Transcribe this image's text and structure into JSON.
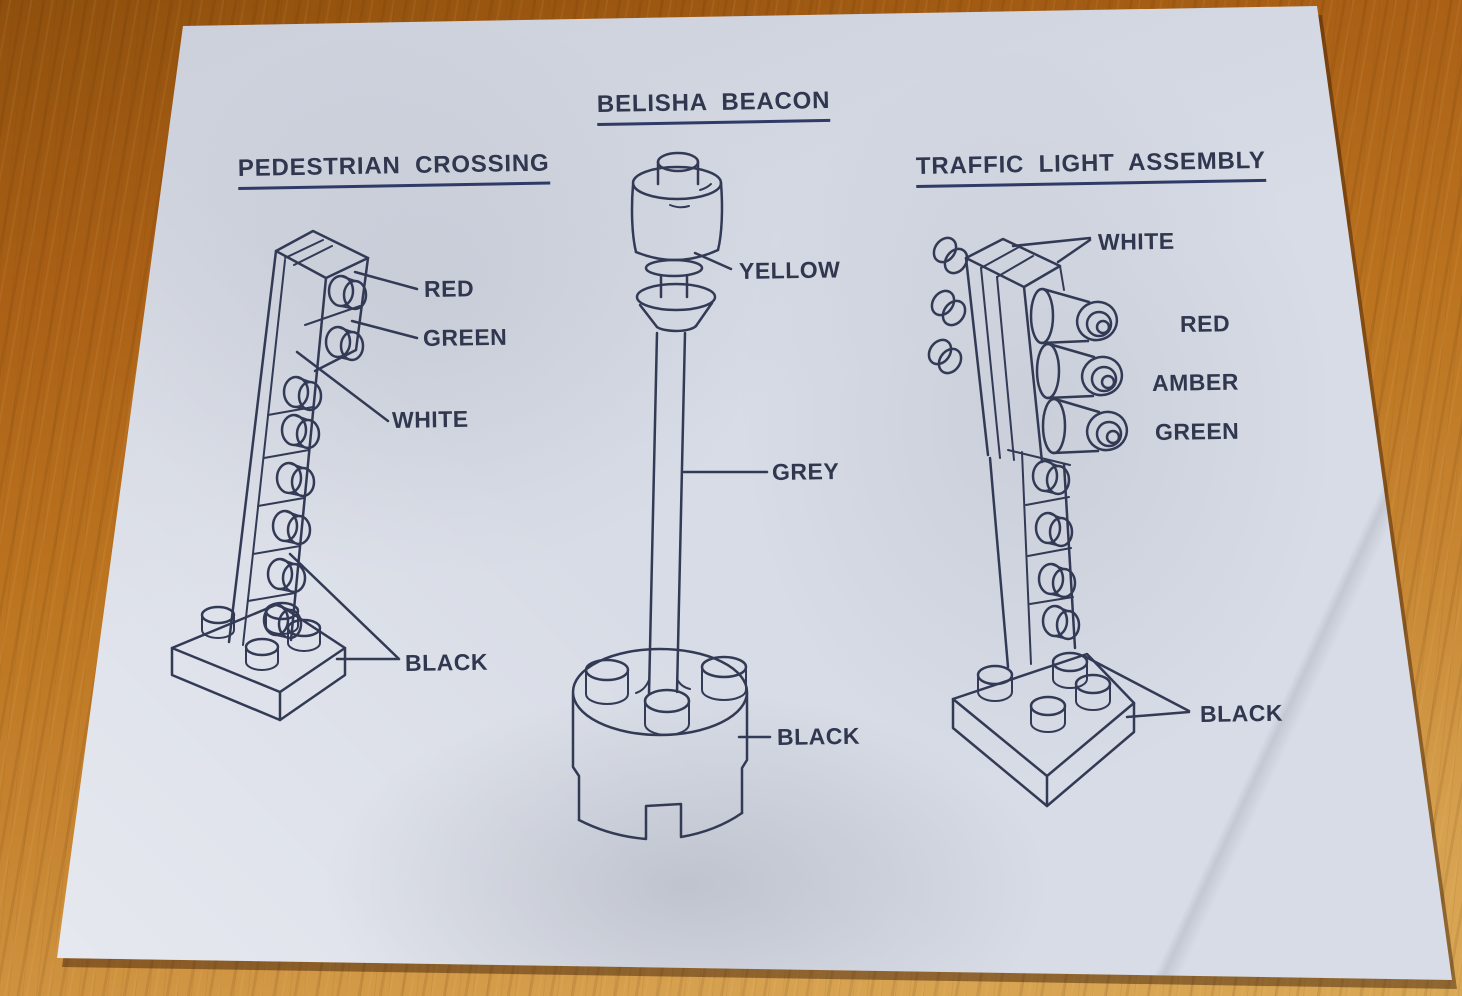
{
  "diagrams": [
    {
      "id": "pedestrian-crossing",
      "title": "PEDESTRIAN CROSSING",
      "labels": {
        "red": "RED",
        "green": "GREEN",
        "white": "WHITE",
        "black": "BLACK"
      }
    },
    {
      "id": "belisha-beacon",
      "title": "BELISHA BEACON",
      "labels": {
        "yellow": "YELLOW",
        "grey": "GREY",
        "black": "BLACK"
      }
    },
    {
      "id": "traffic-light-assembly",
      "title": "TRAFFIC LIGHT ASSEMBLY",
      "labels": {
        "white": "WHITE",
        "red": "RED",
        "amber": "AMBER",
        "green": "GREEN",
        "black": "BLACK"
      }
    }
  ],
  "colors": {
    "ink": "#333a55",
    "paper": "#d8dce6",
    "wood_table": "#bb731f"
  }
}
